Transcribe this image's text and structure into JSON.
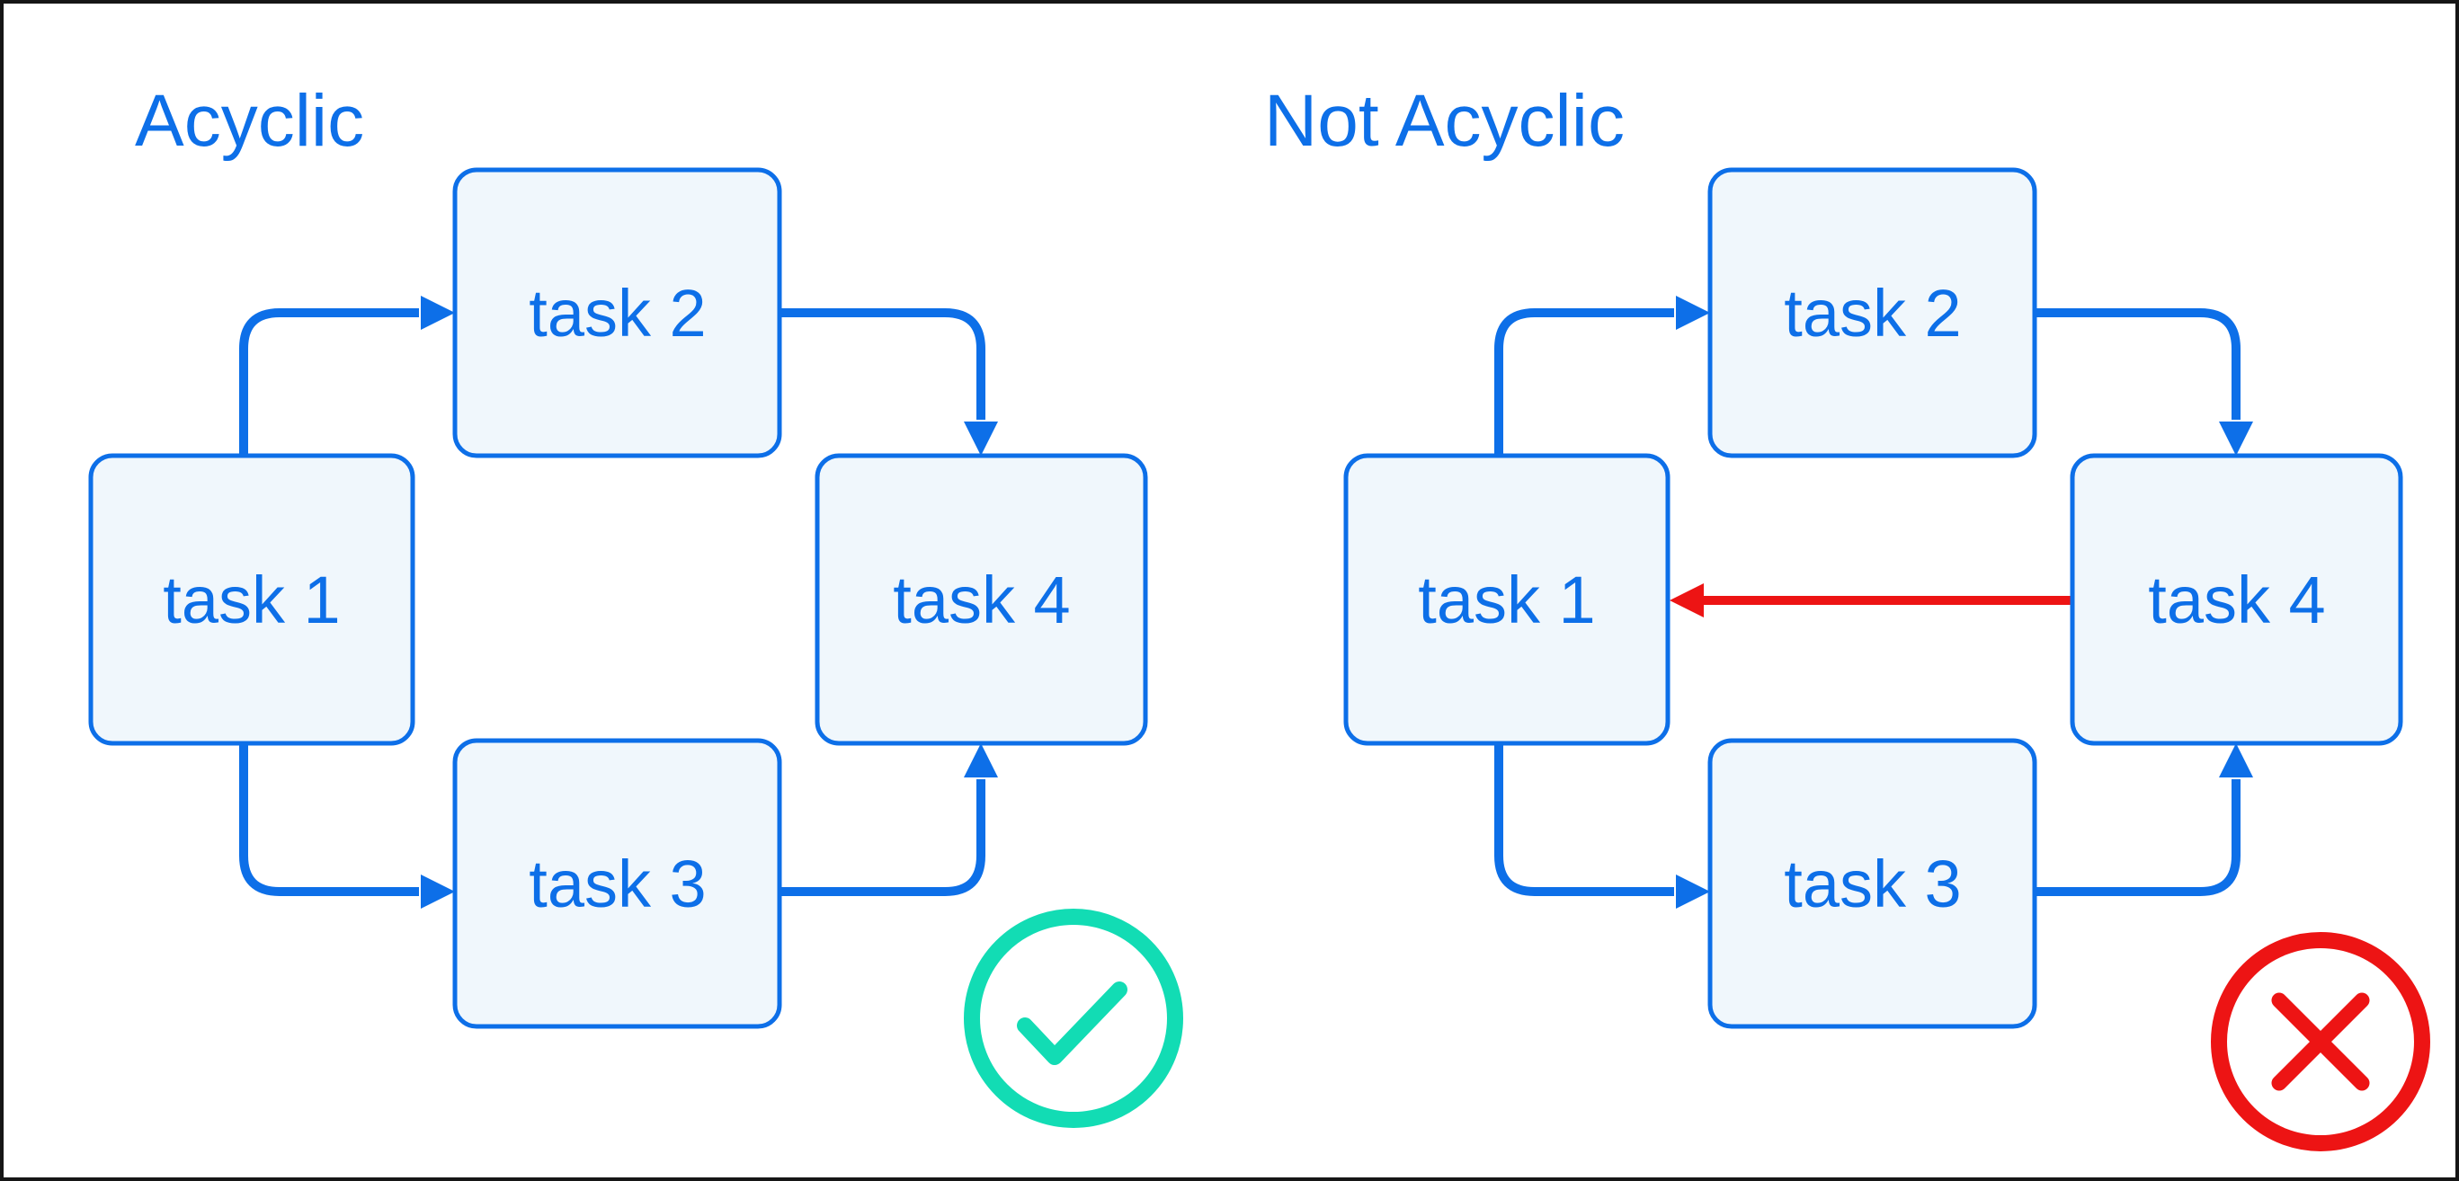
{
  "colors": {
    "edge_blue": "#0D6FE8",
    "node_fill": "#F0F7FC",
    "cycle_red": "#ED1414",
    "valid_green": "#12DCB4",
    "frame_border": "#161616",
    "background": "#FFFFFF"
  },
  "panels": [
    {
      "id": "acyclic",
      "title": "Acyclic",
      "nodes": [
        "task 1",
        "task 2",
        "task 3",
        "task 4"
      ],
      "edges": [
        {
          "from": "task 1",
          "to": "task 2",
          "color": "blue"
        },
        {
          "from": "task 1",
          "to": "task 3",
          "color": "blue"
        },
        {
          "from": "task 2",
          "to": "task 4",
          "color": "blue"
        },
        {
          "from": "task 3",
          "to": "task 4",
          "color": "blue"
        }
      ],
      "verdict": "valid",
      "verdict_icon": "check-circle-icon"
    },
    {
      "id": "not-acyclic",
      "title": "Not Acyclic",
      "nodes": [
        "task 1",
        "task 2",
        "task 3",
        "task 4"
      ],
      "edges": [
        {
          "from": "task 1",
          "to": "task 2",
          "color": "blue"
        },
        {
          "from": "task 1",
          "to": "task 3",
          "color": "blue"
        },
        {
          "from": "task 2",
          "to": "task 4",
          "color": "blue"
        },
        {
          "from": "task 3",
          "to": "task 4",
          "color": "blue"
        },
        {
          "from": "task 4",
          "to": "task 1",
          "color": "red",
          "creates_cycle": true
        }
      ],
      "verdict": "invalid",
      "verdict_icon": "cross-circle-icon"
    }
  ]
}
